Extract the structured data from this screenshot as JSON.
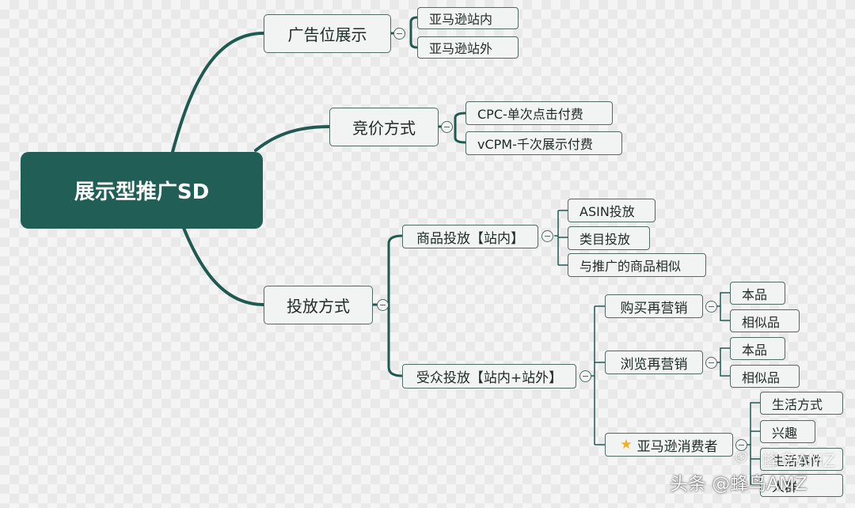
{
  "root": {
    "label": "展示型推广SD"
  },
  "placement": {
    "label": "广告位展示",
    "children": [
      "亚马逊站内",
      "亚马逊站外"
    ]
  },
  "bidding": {
    "label": "竞价方式",
    "children": [
      "CPC-单次点击付费",
      "vCPM-千次展示付费"
    ]
  },
  "targeting": {
    "label": "投放方式",
    "product": {
      "label": "商品投放【站内】",
      "children": [
        "ASIN投放",
        "类目投放",
        "与推广的商品相似"
      ]
    },
    "audience": {
      "label": "受众投放【站内+站外】",
      "remarketing_purchase": {
        "label": "购买再营销",
        "children": [
          "本品",
          "相似品"
        ]
      },
      "remarketing_view": {
        "label": "浏览再营销",
        "children": [
          "本品",
          "相似品"
        ]
      },
      "amazon_consumers": {
        "label": "亚马逊消费者",
        "icon": "star-icon",
        "children": [
          "生活方式",
          "兴趣",
          "生活事件",
          "人群"
        ]
      }
    }
  },
  "watermark": {
    "account": "蜂鸟AMZ",
    "line": "头条 @蜂鸟AMZ"
  },
  "colors": {
    "root": "#215f56",
    "branch": "#1f5a50",
    "node_border": "#4f6b63"
  }
}
